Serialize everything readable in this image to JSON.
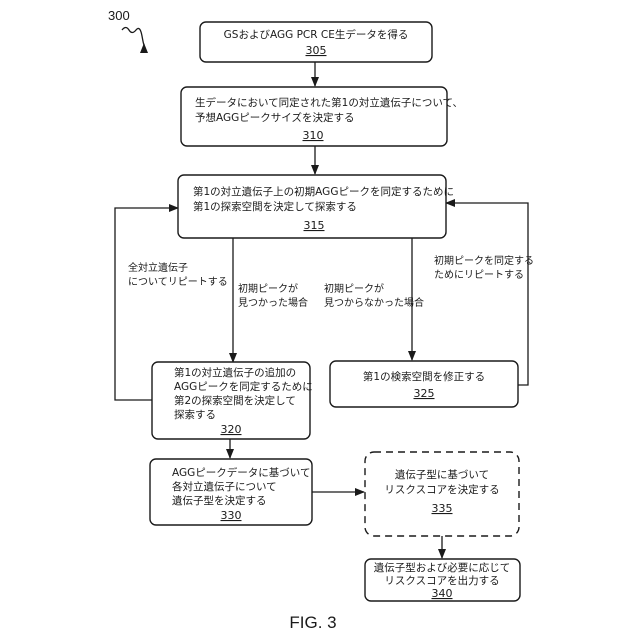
{
  "figure_ref": "300",
  "figure_caption": "FIG. 3",
  "boxes": {
    "b305": {
      "lines": [
        "GSおよびAGG  PCR  CE生データを得る"
      ],
      "num": "305"
    },
    "b310": {
      "lines": [
        "生データにおいて同定された第1の対立遺伝子について、",
        "予想AGGピークサイズを決定する"
      ],
      "num": "310"
    },
    "b315": {
      "lines": [
        "第1の対立遺伝子上の初期AGGピークを同定するために",
        "第1の探索空間を決定して探索する"
      ],
      "num": "315"
    },
    "b320": {
      "lines": [
        "第1の対立遺伝子の追加の",
        "AGGピークを同定するために",
        "第2の探索空間を決定して",
        "探索する"
      ],
      "num": "320"
    },
    "b325": {
      "lines": [
        "第1の検索空間を修正する"
      ],
      "num": "325"
    },
    "b330": {
      "lines": [
        "AGGピークデータに基づいて",
        "各対立遺伝子について",
        "遺伝子型を決定する"
      ],
      "num": "330"
    },
    "b335": {
      "lines": [
        "遺伝子型に基づいて",
        "リスクスコアを決定する"
      ],
      "num": "335"
    },
    "b340": {
      "lines": [
        "遺伝子型および必要に応じて",
        "リスクスコアを出力する"
      ],
      "num": "340"
    }
  },
  "edge_labels": {
    "found": [
      "初期ピークが",
      "見つかった場合"
    ],
    "not_found": [
      "初期ピークが",
      "見つからなかった場合"
    ],
    "repeat_all": [
      "全対立遺伝子",
      "についてリピートする"
    ],
    "repeat_initial": [
      "初期ピークを同定する",
      "ためにリピートする"
    ]
  }
}
